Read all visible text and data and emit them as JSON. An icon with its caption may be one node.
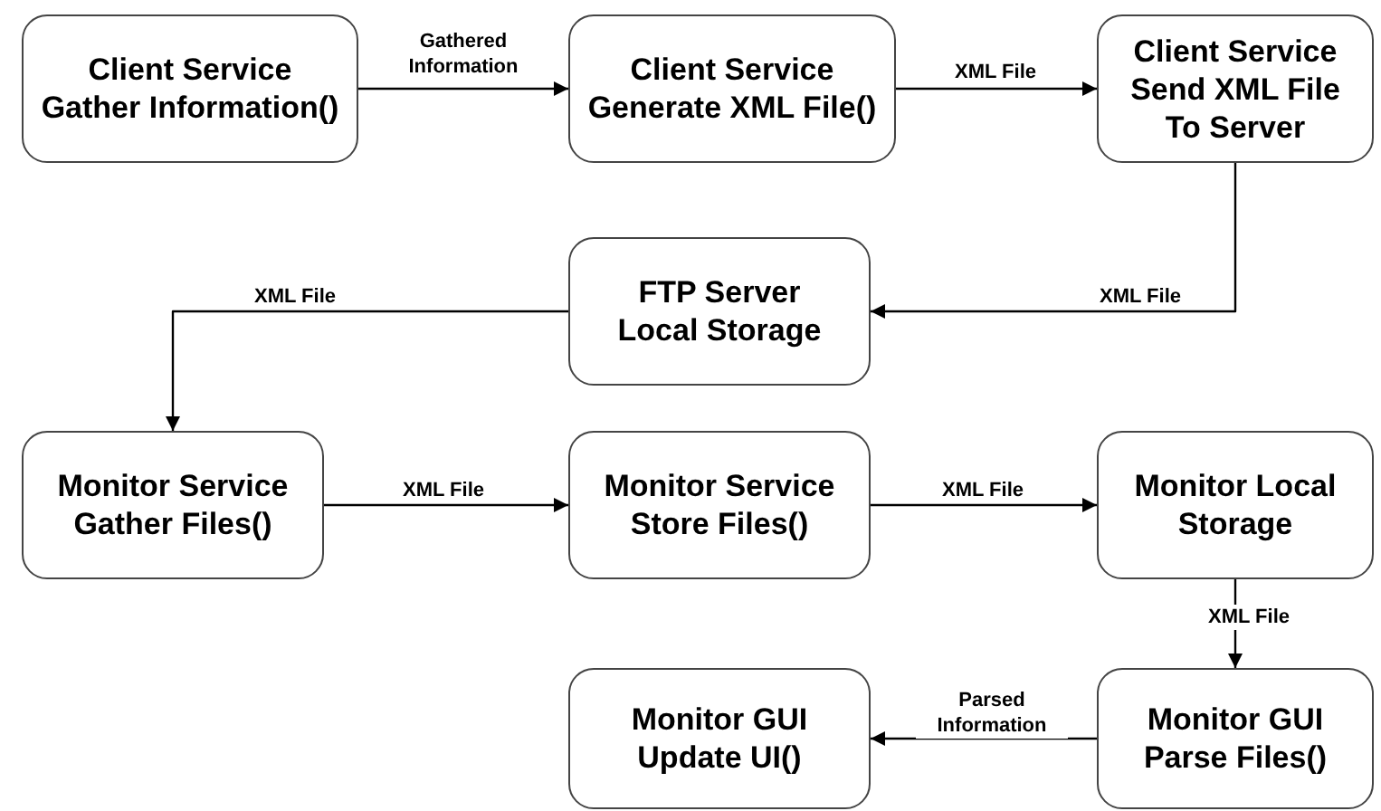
{
  "diagram": {
    "nodes": [
      {
        "text": [
          "Client Service",
          "Gather Information()"
        ]
      },
      {
        "text": [
          "Client Service",
          "Generate XML File()"
        ]
      },
      {
        "text": [
          "Client Service",
          "Send XML File To Server"
        ]
      },
      {
        "text": [
          "FTP Server",
          "Local Storage"
        ]
      },
      {
        "text": [
          "Monitor Service",
          "Gather Files()"
        ]
      },
      {
        "text": [
          "Monitor Service",
          "Store Files()"
        ]
      },
      {
        "text": [
          "Monitor Local Storage"
        ]
      },
      {
        "text": [
          "Monitor GUI",
          "Update UI()"
        ]
      },
      {
        "text": [
          "Monitor GUI",
          "Parse Files()"
        ]
      }
    ],
    "edges": [
      {
        "from": 0,
        "to": 1,
        "arrow": "to",
        "label": "Gathered Information"
      },
      {
        "from": 1,
        "to": 2,
        "arrow": "to",
        "label": "XML File"
      },
      {
        "from": 2,
        "to": 3,
        "arrow": "to",
        "label": "XML File"
      },
      {
        "from": 3,
        "to": 4,
        "arrow": "to",
        "label": "XML File"
      },
      {
        "from": 4,
        "to": 5,
        "arrow": "to",
        "label": "XML File"
      },
      {
        "from": 5,
        "to": 6,
        "arrow": "to",
        "label": "XML File"
      },
      {
        "from": 6,
        "to": 8,
        "arrow": "to",
        "label": "XML File"
      },
      {
        "from": 8,
        "to": 7,
        "arrow": "to",
        "label": "Parsed Information"
      }
    ]
  }
}
